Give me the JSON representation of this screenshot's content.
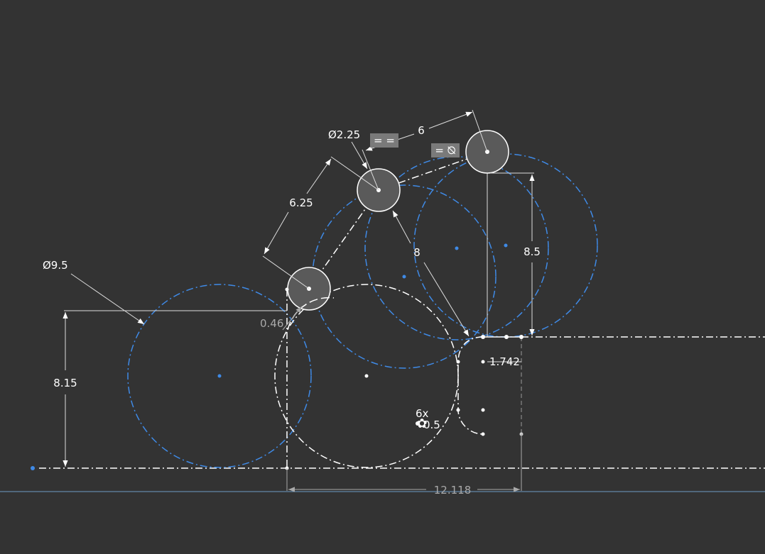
{
  "dimensions": {
    "dia_9_5": "Ø9.5",
    "dia_2_25": "Ø2.25",
    "len_6": "6",
    "len_6_25": "6.25",
    "len_8": "8",
    "len_8_5": "8.5",
    "len_8_15": "8.15",
    "len_0_46": "0.46",
    "len_1_742": "1.742",
    "len_12_118": "12.118",
    "count_6x": "6x",
    "val_0_5": "0.5"
  },
  "constraints": {
    "equal_label": "= =",
    "tangent_label": "= ⦰"
  },
  "colors": {
    "background": "#333333",
    "construction_blue": "#3f8ae6",
    "sketch_white": "#ffffff",
    "selected_fill": "#5a5a5a"
  }
}
